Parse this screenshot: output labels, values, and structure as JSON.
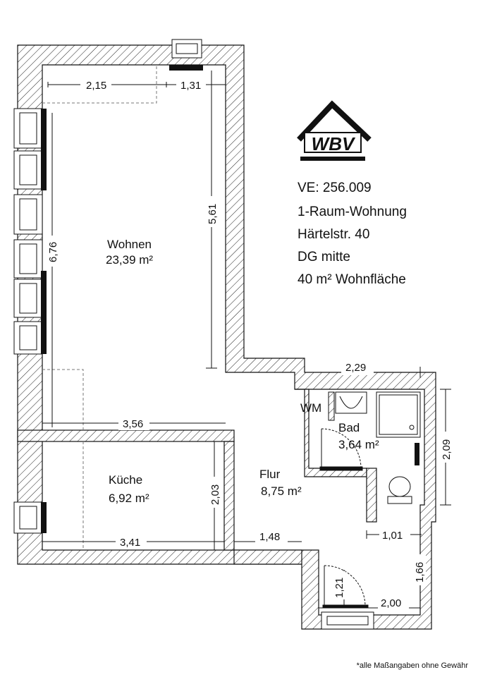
{
  "logo": {
    "text": "WBV"
  },
  "info": {
    "ve": "VE: 256.009",
    "type": "1-Raum-Wohnung",
    "address": "Härtelstr. 40",
    "floor": "DG mitte",
    "area": "40 m² Wohnfläche"
  },
  "rooms": {
    "wohnen": {
      "name": "Wohnen",
      "area": "23,39 m²"
    },
    "kueche": {
      "name": "Küche",
      "area": "6,92 m²"
    },
    "flur": {
      "name": "Flur",
      "area": "8,75 m²"
    },
    "bad": {
      "name": "Bad",
      "area": "3,64 m²"
    },
    "wm": {
      "name": "WM"
    }
  },
  "dimensions": {
    "d215": "2,15",
    "d131": "1,31",
    "d561": "5,61",
    "d676": "6,76",
    "d356": "3,56",
    "d203": "2,03",
    "d341": "3,41",
    "d148": "1,48",
    "d229": "2,29",
    "d209": "2,09",
    "d101": "1,01",
    "d166": "1,66",
    "d121": "1,21",
    "d200": "2,00"
  },
  "footnote": "*alle Maßangaben ohne Gewähr"
}
